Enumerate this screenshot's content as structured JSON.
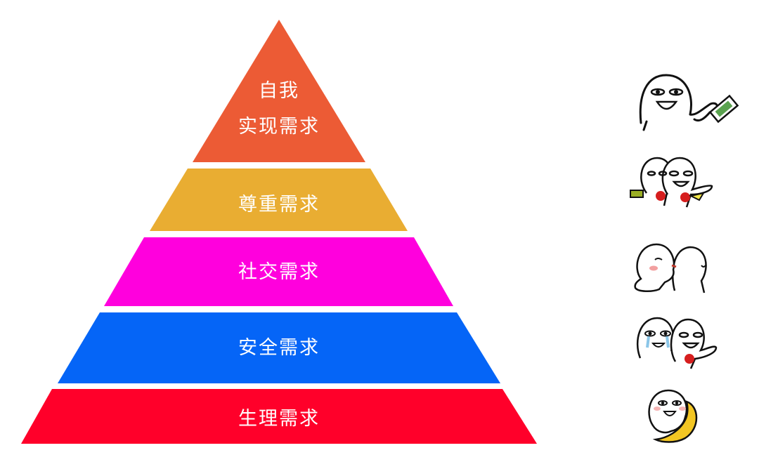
{
  "diagram": {
    "type": "pyramid",
    "title": "",
    "layers": [
      {
        "label_line1": "自我",
        "label_line2": "实现需求",
        "color": "#EC5B35",
        "order": 5
      },
      {
        "label": "尊重需求",
        "color": "#E9AD32",
        "order": 4
      },
      {
        "label": "社交需求",
        "color": "#FF00DD",
        "order": 3
      },
      {
        "label": "安全需求",
        "color": "#0565F7",
        "order": 2
      },
      {
        "label": "生理需求",
        "color": "#FF002A",
        "order": 1
      }
    ],
    "icons": [
      {
        "name": "face-throwing-money",
        "accent": "#5AA24F"
      },
      {
        "name": "two-faces-with-arrows",
        "accent": "#D61E1E"
      },
      {
        "name": "two-figures-hugging-kiss",
        "accent": "#F2A0A0"
      },
      {
        "name": "crying-and-stabbed-faces",
        "accent": "#8BC6E8"
      },
      {
        "name": "face-holding-banana",
        "accent": "#F3C623"
      }
    ]
  }
}
